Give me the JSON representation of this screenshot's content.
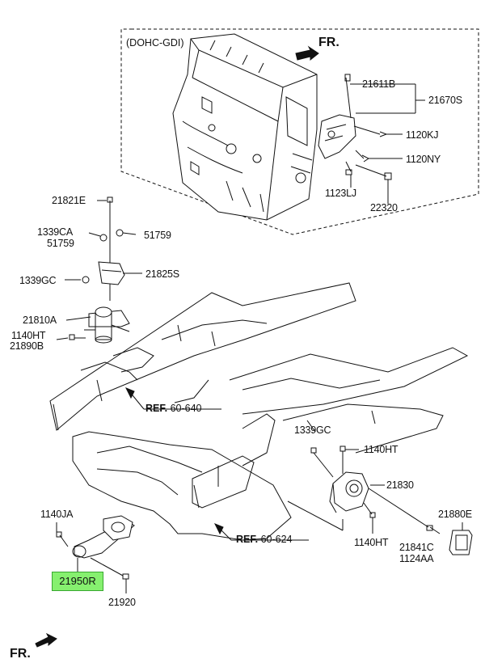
{
  "diagram": {
    "variant_label": "(DOHC-GDI)",
    "fr_top": "FR.",
    "fr_bottom": "FR.",
    "ref1_prefix": "REF.",
    "ref1_value": "60-640",
    "ref2_prefix": "REF.",
    "ref2_value": "60-624",
    "highlight_color": "#86f06f",
    "labels": {
      "p21611B": "21611B",
      "p21670S": "21670S",
      "p1120KJ": "1120KJ",
      "p1120NY": "1120NY",
      "p1123LJ": "1123LJ",
      "p22320": "22320",
      "p21821E": "21821E",
      "p1339CA": "1339CA",
      "p51759a": "51759",
      "p51759b": "51759",
      "p21825S": "21825S",
      "p1339GC_a": "1339GC",
      "p21810A": "21810A",
      "p1140HT_a": "1140HT",
      "p21890B": "21890B",
      "p1339GC_b": "1339GC",
      "p1140HT_b": "1140HT",
      "p21830": "21830",
      "p21880E": "21880E",
      "p1140JA": "1140JA",
      "p1140HT_c": "1140HT",
      "p21841C": "21841C",
      "p1124AA": "1124AA",
      "p21950R": "21950R",
      "p21920": "21920"
    }
  }
}
